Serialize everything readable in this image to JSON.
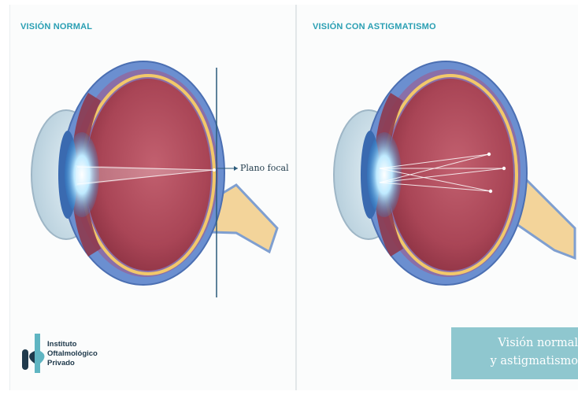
{
  "titles": {
    "normal": "VISIÓN NORMAL",
    "astigmatism": "VISIÓN CON ASTIGMATISMO"
  },
  "labels": {
    "focal_plane": "Plano focal"
  },
  "brand": {
    "line1": "Instituto",
    "line2": "Oftalmológico",
    "line3": "Privado"
  },
  "caption": {
    "line1": "Visión normal",
    "line2": "y astigmatismo"
  },
  "colors": {
    "title": "#2a9fb3",
    "eye_outer": "#5f86c8",
    "eye_interior": "#b04a5c",
    "retina": "#f2c86a",
    "optic_nerve": "#f3d49a",
    "caption_bg": "#8fc7cf"
  }
}
